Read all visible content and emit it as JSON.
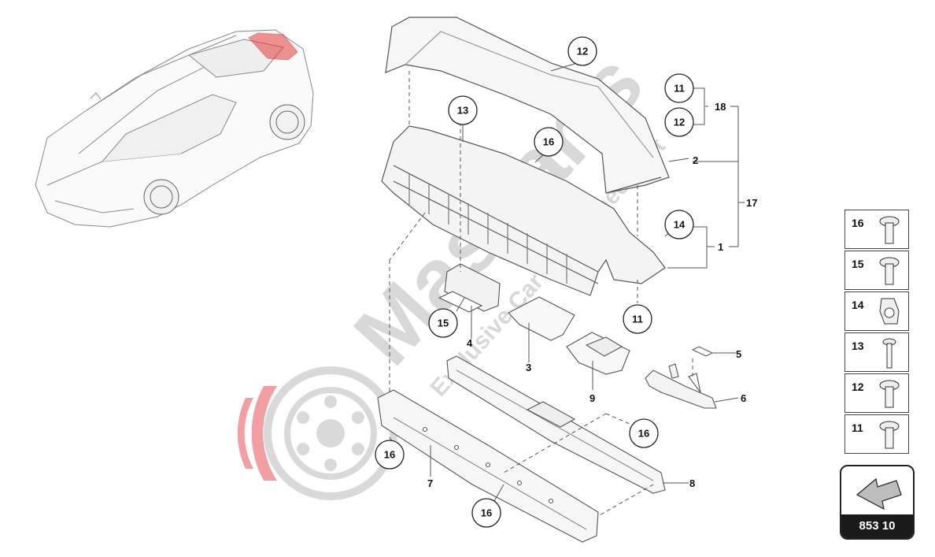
{
  "watermark": {
    "brand": "Masparts",
    "tagline": "Exclusive Car Parts Specialist"
  },
  "callouts": {
    "c12_top": "12",
    "c11_top": "11",
    "c12_right": "12",
    "c13": "13",
    "c16_top": "16",
    "c14": "14",
    "c11_mid": "11",
    "c15": "15",
    "c16_right": "16",
    "c16_left": "16",
    "c16_bottom": "16"
  },
  "labels": {
    "l18": "18",
    "l2": "2",
    "l17": "17",
    "l1": "1",
    "l4": "4",
    "l3": "3",
    "l9": "9",
    "l5": "5",
    "l6": "6",
    "l7": "7",
    "l8": "8"
  },
  "legend": [
    {
      "num": "16",
      "icon": "flange-bolt-icon"
    },
    {
      "num": "15",
      "icon": "flange-bolt-icon"
    },
    {
      "num": "14",
      "icon": "clip-nut-icon"
    },
    {
      "num": "13",
      "icon": "long-screw-icon"
    },
    {
      "num": "12",
      "icon": "flange-bolt-icon"
    },
    {
      "num": "11",
      "icon": "flange-bolt-icon"
    }
  ],
  "reference": {
    "number": "853 10",
    "icon": "arrow-icon"
  },
  "colors": {
    "highlight": "#e23b3b",
    "watermark_red": "#e8515a",
    "line": "#555555"
  }
}
